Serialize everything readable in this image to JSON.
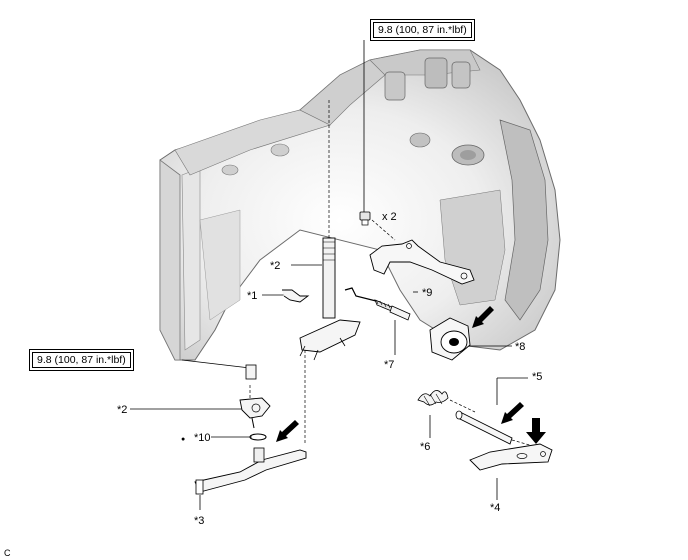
{
  "torque_top": "9.8 (100, 87 in.*lbf)",
  "torque_left": "9.8 (100, 87 in.*lbf)",
  "bolt_qty": "x 2",
  "labels": {
    "p1": "*1",
    "p2_upper": "*2",
    "p2_lower": "*2",
    "p3": "*3",
    "p4": "*4",
    "p5": "*5",
    "p6": "*6",
    "p7": "*7",
    "p8": "*8",
    "p9": "*9",
    "p10": "*10"
  },
  "bullet": "●",
  "corner_code": "C"
}
